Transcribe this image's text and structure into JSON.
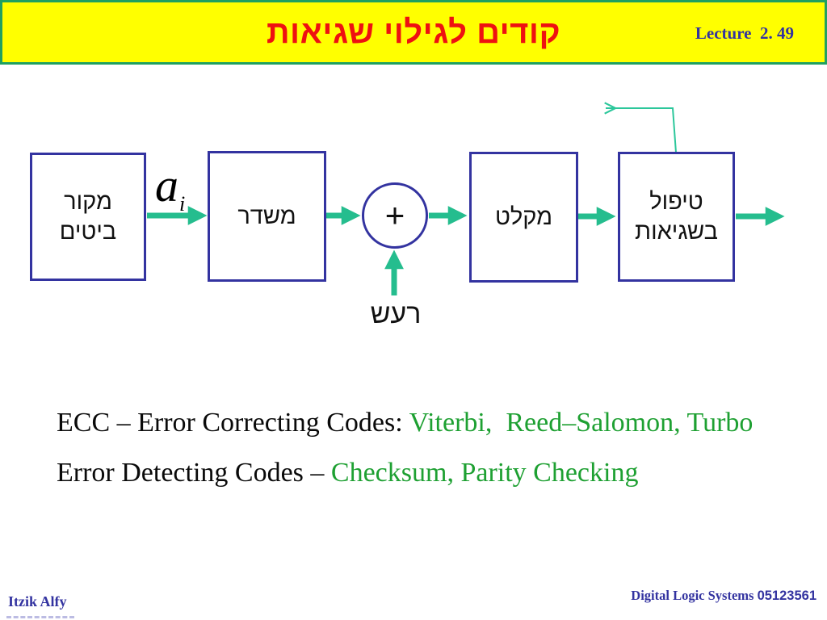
{
  "header": {
    "title": "קודים לגילוי שגיאות",
    "lecture": "Lecture  2. 49"
  },
  "diagram": {
    "boxes": [
      {
        "id": "source",
        "label": "מקור\nביטים"
      },
      {
        "id": "transmitter",
        "label": "משדר"
      },
      {
        "id": "receiver",
        "label": "מקלט"
      },
      {
        "id": "error-handling",
        "label": "טיפול\nבשגיאות"
      }
    ],
    "adder_symbol": "+",
    "signal_label": "a",
    "signal_subscript": "i",
    "noise_label": "רעש"
  },
  "body_text": {
    "line1": {
      "black": "ECC – Error Correcting Codes: ",
      "green": "Viterbi,  Reed–Salomon, Turbo"
    },
    "line2": {
      "black": "Error Detecting Codes – ",
      "green": "Checksum, Parity Checking"
    }
  },
  "footer": {
    "author": "Itzik Alfy",
    "course": "Digital Logic Systems",
    "course_code": "05123561"
  },
  "colors": {
    "banner_fill": "#FFFF00",
    "banner_border": "#1FA060",
    "title_red": "#EE1111",
    "blue": "#3333A0",
    "arrow_green": "#25BD8E",
    "feedback_green": "#2CC79B",
    "text_green": "#1EA032"
  }
}
